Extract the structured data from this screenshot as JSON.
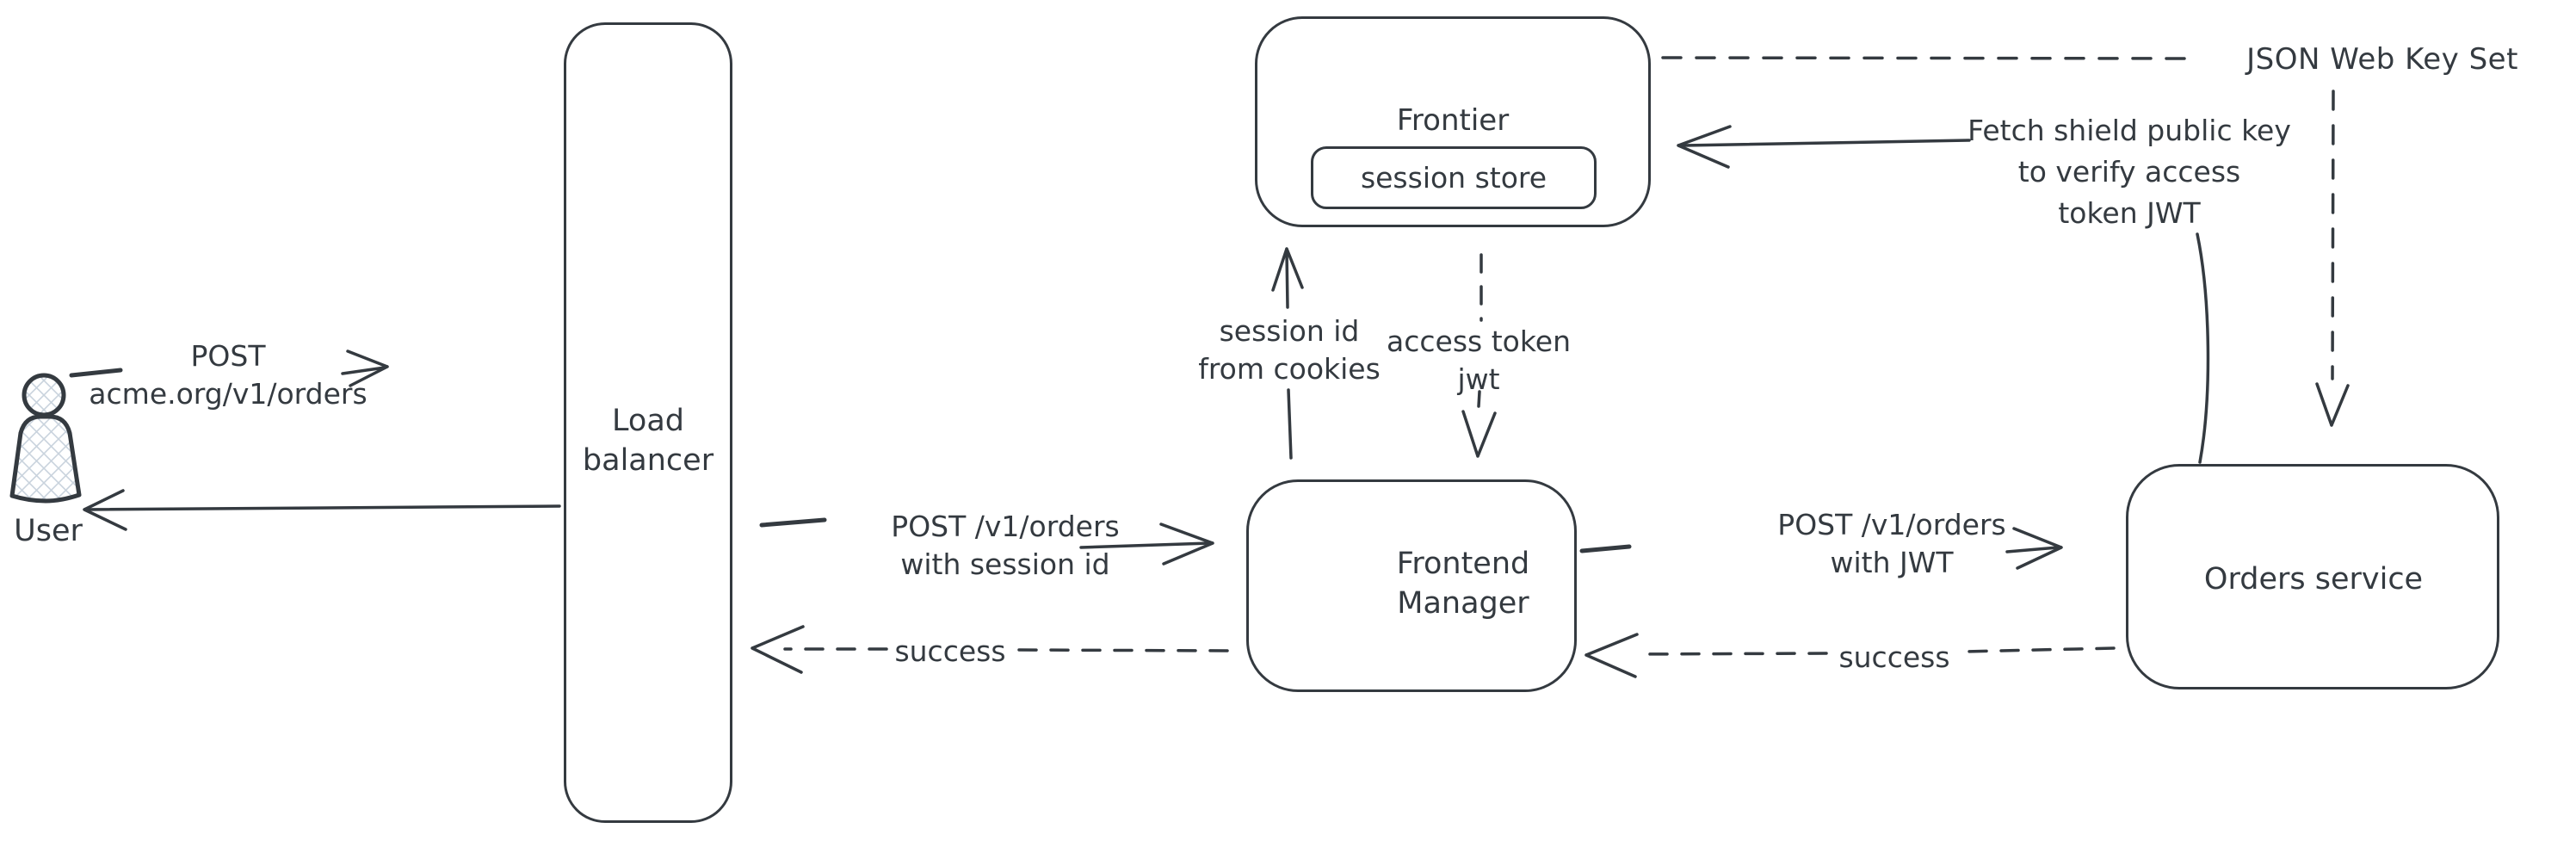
{
  "diagram": {
    "background": "#ffffff",
    "stroke_color": "#343a40",
    "hatch_color": "#c9d3dd",
    "nodes": {
      "user": {
        "label": "User"
      },
      "load_balancer": {
        "label": "Load\nbalancer"
      },
      "frontier": {
        "label": "Frontier",
        "session_store": {
          "label": "session store"
        }
      },
      "frontend_manager": {
        "label": "Frontend\nManager"
      },
      "orders_service": {
        "label": "Orders service"
      }
    },
    "edges": {
      "user_to_lb": {
        "label": "POST\nacme.org/v1/orders",
        "style": "solid"
      },
      "lb_to_user": {
        "label": "",
        "style": "solid"
      },
      "lb_to_fm": {
        "label": "POST /v1/orders\nwith session id",
        "style": "solid"
      },
      "fm_to_lb": {
        "label": "success",
        "style": "dashed"
      },
      "fm_to_frontier": {
        "label": "session id\nfrom cookies",
        "style": "solid"
      },
      "frontier_to_fm": {
        "label": "access token\njwt",
        "style": "dashed"
      },
      "fm_to_orders": {
        "label": "POST /v1/orders\nwith JWT",
        "style": "solid"
      },
      "orders_to_fm": {
        "label": "success",
        "style": "dashed"
      },
      "orders_to_frontier": {
        "label": "Fetch shield public key\nto verify access\ntoken JWT",
        "style": "solid"
      },
      "frontier_jwks": {
        "label": "JSON Web Key Set",
        "style": "dashed"
      }
    }
  }
}
